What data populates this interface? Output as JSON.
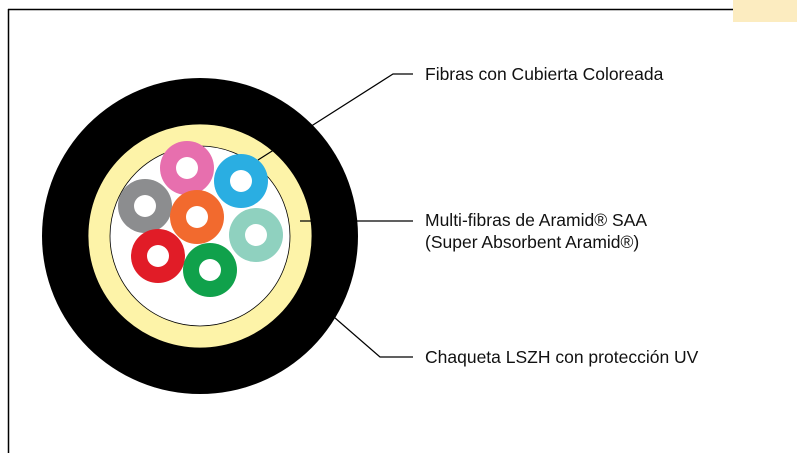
{
  "labels": {
    "fibers": "Fibras con Cubierta Coloreada",
    "aramid_line1": "Multi-fibras de Aramid® SAA",
    "aramid_line2": "(Super Absorbent Aramid®)",
    "jacket": "Chaqueta LSZH con protección UV"
  },
  "colors": {
    "jacket": "#000000",
    "aramid_layer": "#fdf3a8",
    "core": "#ffffff",
    "corner_tab": "#fcecc0",
    "fibers": {
      "pink": "#e76fae",
      "blue": "#2aaee2",
      "gray": "#8c8d8f",
      "orange": "#f26a2e",
      "mint": "#8fd1bf",
      "red": "#e11c27",
      "green": "#10a14b"
    }
  }
}
